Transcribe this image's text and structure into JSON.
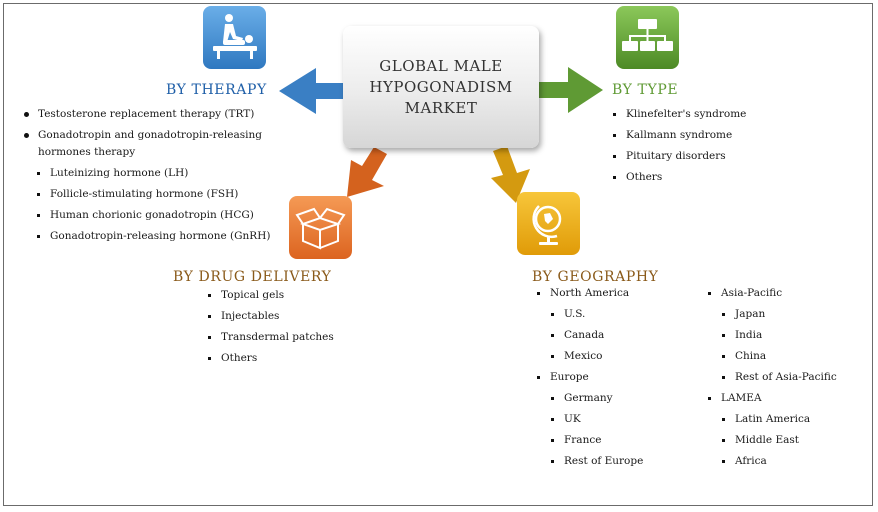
{
  "center": {
    "line1": "GLOBAL MALE",
    "line2": "HYPOGONADISM",
    "line3": "MARKET"
  },
  "colors": {
    "therapy": "#3a7fc4",
    "type": "#5f9a34",
    "drug": "#e0712a",
    "geo": "#e3a20c",
    "heading_blue": "#1f5fa8",
    "heading_green": "#5f9a34",
    "heading_brown": "#8a5a1a"
  },
  "therapy": {
    "heading": "BY THERAPY",
    "icon": "physiotherapy-icon",
    "items": [
      {
        "label": "Testosterone replacement therapy (TRT)"
      },
      {
        "label": "Gonadotropin and gonadotropin-releasing hormones therapy"
      }
    ],
    "subitems": [
      {
        "label": "Luteinizing hormone (LH)"
      },
      {
        "label": "Follicle-stimulating hormone (FSH)"
      },
      {
        "label": "Human chorionic gonadotropin (HCG)"
      },
      {
        "label": "Gonadotropin-releasing hormone (GnRH)"
      }
    ]
  },
  "type": {
    "heading": "BY TYPE",
    "icon": "org-chart-icon",
    "items": [
      {
        "label": "Klinefelter's syndrome"
      },
      {
        "label": "Kallmann syndrome"
      },
      {
        "label": "Pituitary disorders"
      },
      {
        "label": "Others"
      }
    ]
  },
  "drug_delivery": {
    "heading": "BY DRUG DELIVERY",
    "icon": "open-box-icon",
    "items": [
      {
        "label": "Topical gels"
      },
      {
        "label": "Injectables"
      },
      {
        "label": "Transdermal patches"
      },
      {
        "label": "Others"
      }
    ]
  },
  "geography": {
    "heading": "BY GEOGRAPHY",
    "icon": "globe-icon",
    "col1": [
      {
        "label": "North America",
        "sub": false
      },
      {
        "label": "U.S.",
        "sub": true
      },
      {
        "label": "Canada",
        "sub": true
      },
      {
        "label": "Mexico",
        "sub": true
      },
      {
        "label": "Europe",
        "sub": false
      },
      {
        "label": "Germany",
        "sub": true
      },
      {
        "label": "UK",
        "sub": true
      },
      {
        "label": "France",
        "sub": true
      },
      {
        "label": "Rest of Europe",
        "sub": true
      }
    ],
    "col2": [
      {
        "label": "Asia-Pacific",
        "sub": false
      },
      {
        "label": "Japan",
        "sub": true
      },
      {
        "label": "India",
        "sub": true
      },
      {
        "label": "China",
        "sub": true
      },
      {
        "label": "Rest of Asia-Pacific",
        "sub": true
      },
      {
        "label": "LAMEA",
        "sub": false
      },
      {
        "label": "Latin America",
        "sub": true
      },
      {
        "label": "Middle East",
        "sub": true
      },
      {
        "label": "Africa",
        "sub": true
      }
    ]
  }
}
